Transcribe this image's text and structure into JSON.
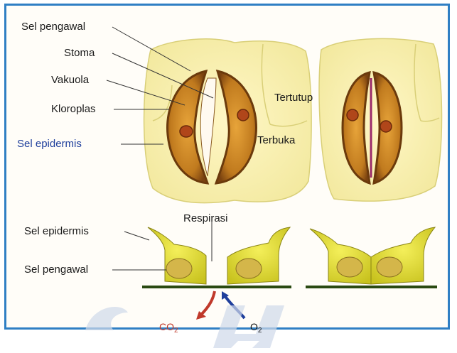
{
  "labels": {
    "sel_pengawal_top": "Sel pengawal",
    "stoma": "Stoma",
    "vakuola": "Vakuola",
    "kloroplas": "Kloroplas",
    "sel_epidermis_top": "Sel epidermis",
    "terbuka": "Terbuka",
    "tertutup": "Tertutup",
    "respirasi": "Respirasi",
    "sel_epidermis_bottom": "Sel epidermis",
    "sel_pengawal_bottom": "Sel pengawal",
    "co2_main": "CO",
    "co2_sub": "2",
    "o2_main": "O",
    "o2_sub": "2"
  },
  "colors": {
    "frame": "#2f7fc4",
    "guard_cell": "#b8741a",
    "epidermis": "#f3eca0",
    "co2_text": "#c0392b",
    "co2_arrow": "#c0392b",
    "o2_arrow": "#1f3f9c",
    "ground_line": "#2a4a12",
    "watermark": "#cfd8ea"
  }
}
